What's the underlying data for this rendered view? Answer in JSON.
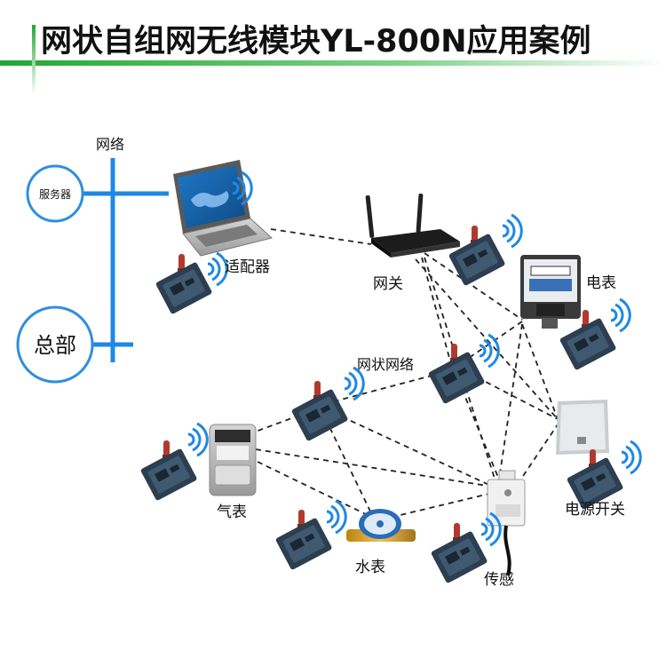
{
  "title": "网状自组网无线模块YL-800N应用案例",
  "colors": {
    "green": "#22a832",
    "blue": "#1e88e5",
    "ring": "#2f8ee0",
    "dash": "#222222",
    "module": "#2c3e50",
    "antenna": "#b03a2e"
  },
  "labels": {
    "network": "网络",
    "server": "服务器",
    "hq": "总部",
    "adapter": "适配器",
    "gateway": "网关",
    "meter": "电表",
    "mesh": "网状网络",
    "gas": "气表",
    "water": "水表",
    "sensor": "传感",
    "switch": "电源开关"
  },
  "icons": {
    "laptop": "laptop-icon",
    "router": "router-icon",
    "electric_meter": "electric-meter-icon",
    "gas_meter": "gas-meter-icon",
    "water_meter": "water-meter-icon",
    "sensor": "sensor-icon",
    "power_switch": "power-switch-icon",
    "module": "wireless-module-icon",
    "wifi": "wifi-signal-icon"
  }
}
